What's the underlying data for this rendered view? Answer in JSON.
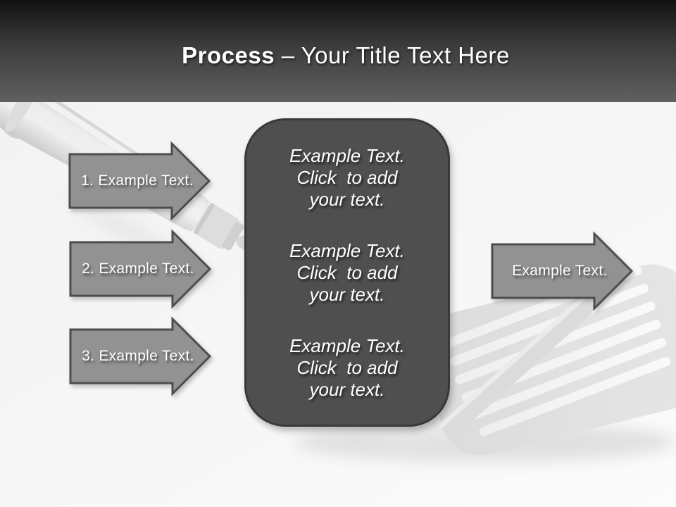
{
  "header": {
    "title_bold": "Process",
    "title_rest": "– Your Title Text Here"
  },
  "steps": [
    {
      "label": "1. Example Text."
    },
    {
      "label": "2. Example Text."
    },
    {
      "label": "3. Example Text."
    }
  ],
  "center_box": {
    "paragraphs": [
      "Example Text.\nClick  to add\nyour text.",
      "Example Text.\nClick  to add\nyour text.",
      "Example Text.\nClick  to add\nyour text."
    ]
  },
  "output_arrow": {
    "label": "Example Text."
  },
  "colors": {
    "header_top": "#121212",
    "header_bottom": "#606060",
    "arrow_fill": "#929292",
    "arrow_border": "#4d4d4d",
    "box_fill": "#4f4f4f",
    "box_border": "#393939",
    "text": "#ffffff",
    "background": "#f6f6f6"
  },
  "background_art": "faded photo of a slotted kitchen spatula (handle top-left, slotted head bottom-right)"
}
